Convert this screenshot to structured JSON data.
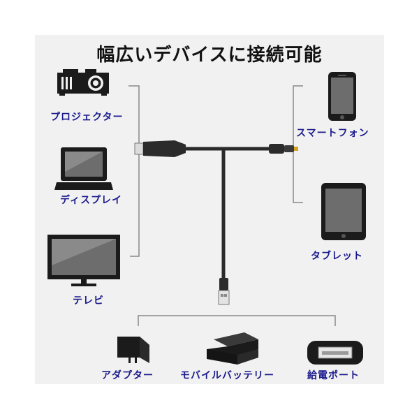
{
  "title": "幅広いデバイスに接続可能",
  "colors": {
    "label": "#1a1a8c",
    "device": "#1b1b1b",
    "screen": "#6d6d6d",
    "cable": "#2a2a2a",
    "line": "#888888"
  },
  "left_devices": [
    {
      "label": "プロジェクター",
      "icon": "projector-icon"
    },
    {
      "label": "ディスプレイ",
      "icon": "laptop-icon"
    },
    {
      "label": "テレビ",
      "icon": "tv-icon"
    }
  ],
  "right_devices": [
    {
      "label": "スマートフォン",
      "icon": "smartphone-icon"
    },
    {
      "label": "タブレット",
      "icon": "tablet-icon"
    }
  ],
  "power_sources": [
    {
      "label": "アダプター",
      "icon": "adapter-icon"
    },
    {
      "label": "モバイルバッテリー",
      "icon": "battery-icon"
    },
    {
      "label": "給電ポート",
      "icon": "usb-port-icon"
    }
  ]
}
